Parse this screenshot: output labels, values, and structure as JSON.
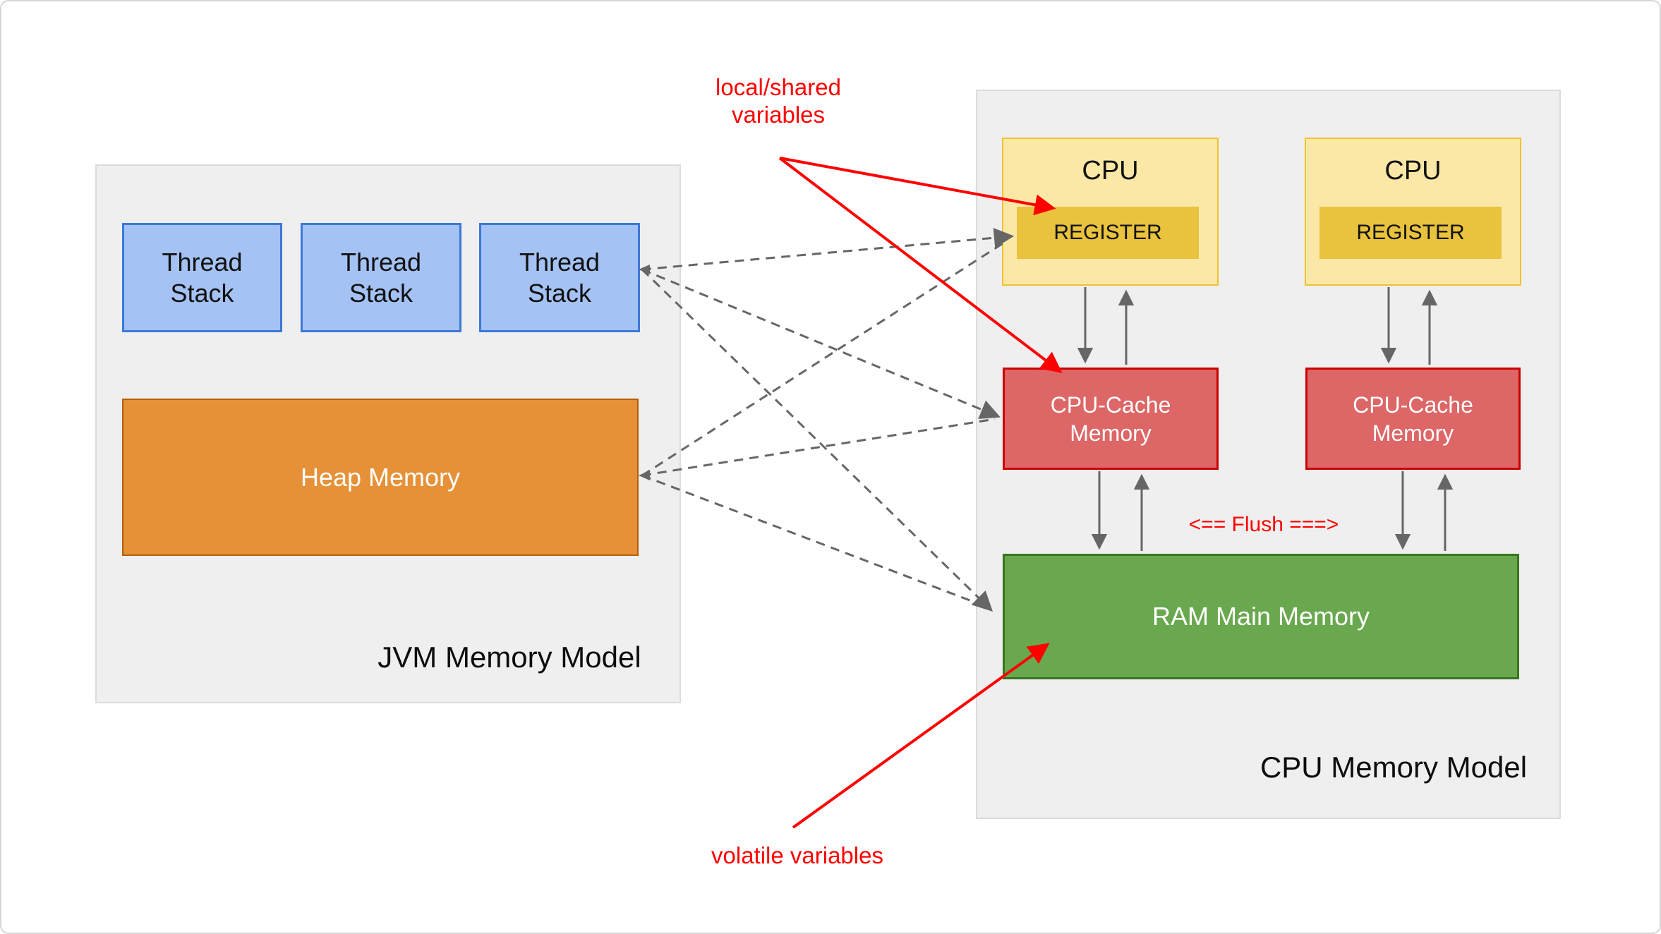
{
  "diagram": {
    "jvm_panel": {
      "label": "JVM Memory Model",
      "thread_stacks": [
        "Thread\nStack",
        "Thread\nStack",
        "Thread\nStack"
      ],
      "heap_label": "Heap Memory"
    },
    "cpu_panel": {
      "label": "CPU Memory Model",
      "cpu_units": [
        {
          "title": "CPU",
          "register_label": "REGISTER"
        },
        {
          "title": "CPU",
          "register_label": "REGISTER"
        }
      ],
      "cache_labels": [
        "CPU-Cache\nMemory",
        "CPU-Cache\nMemory"
      ],
      "ram_label": "RAM Main Memory",
      "flush_label": "<== Flush ===>"
    },
    "annotations": {
      "local_shared_label": "local/shared\nvariables",
      "volatile_label": "volatile variables"
    },
    "colors": {
      "panel_bg": "#efefef",
      "thread_stack_fill": "#a4c2f4",
      "thread_stack_border": "#3d78d8",
      "heap_fill": "#e69138",
      "heap_border": "#b45f06",
      "cpu_fill": "#fce8a6",
      "cpu_border": "#f1c232",
      "register_fill": "#e9c23e",
      "cache_fill": "#dd6666",
      "cache_border": "#cc0000",
      "ram_fill": "#6aa84f",
      "ram_border": "#38761d",
      "annotation_red": "#ff0000",
      "arrow_gray": "#666666"
    }
  }
}
